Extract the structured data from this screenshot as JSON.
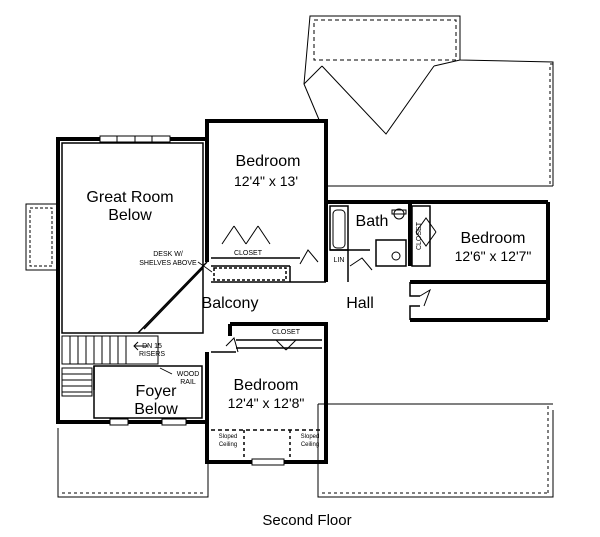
{
  "caption": "Second Floor",
  "rooms": {
    "great_room": {
      "line1": "Great Room",
      "line2": "Below"
    },
    "bedroom_top": {
      "name": "Bedroom",
      "size": "12'4\" x 13'"
    },
    "bedroom_right": {
      "name": "Bedroom",
      "size": "12'6\" x 12'7\""
    },
    "bedroom_bottom": {
      "name": "Bedroom",
      "size": "12'4\" x 12'8\""
    },
    "bath": "Bath",
    "balcony": "Balcony",
    "hall": "Hall",
    "foyer": {
      "line1": "Foyer",
      "line2": "Below"
    }
  },
  "labels": {
    "closet_top": "CLOSET",
    "closet_right": "CLOSET",
    "closet_bottom": "CLOSET",
    "lin": "LIN",
    "desk_line1": "DESK W/",
    "desk_line2": "SHELVES ABOVE",
    "stairs_line1": "DN 15",
    "stairs_line2": "RISERS",
    "rail_line1": "WOOD",
    "rail_line2": "RAIL",
    "sloped_left_1": "Sloped",
    "sloped_left_2": "Ceiling",
    "sloped_right_1": "Sloped",
    "sloped_right_2": "Ceiling"
  }
}
